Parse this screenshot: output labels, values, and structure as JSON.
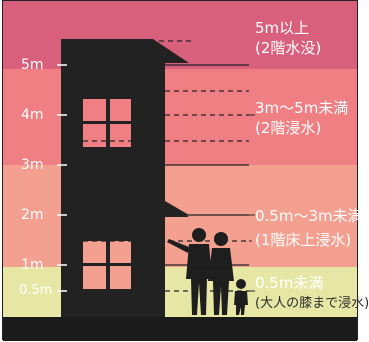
{
  "axis": {
    "label_5m": "5m",
    "label_4m": "4m",
    "label_3m": "3m",
    "label_2m": "2m",
    "label_1m": "1m",
    "label_05m": "0.5m"
  },
  "categories": {
    "top_line1": "5m以上",
    "top_line2": "(2階水没)",
    "upper_line1": "3m〜5m未満",
    "upper_line2": "(2階浸水)",
    "middle_line1": "0.5m〜3m未満",
    "middle_line2": "(1階床上浸水)",
    "low_line1": "0.5m未満",
    "low_line2": "(大人の膝まで浸水)"
  },
  "colors": {
    "band_5m_plus": "#d8607c",
    "band_3_5m": "#ef7f82",
    "band_05_3m": "#f4a090",
    "band_under_05m": "#e7e7a5",
    "building": "#222222"
  }
}
